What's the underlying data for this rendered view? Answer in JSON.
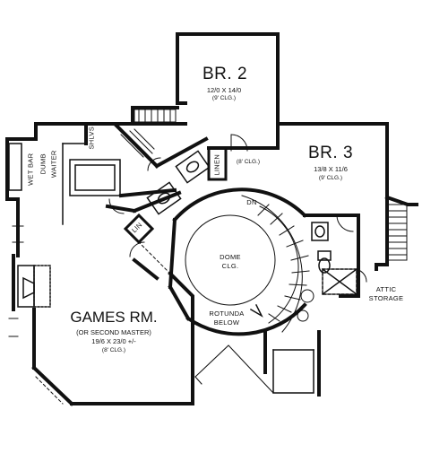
{
  "rooms": {
    "br2": {
      "name": "BR. 2",
      "dims": "12/0 X 14/0",
      "ceiling": "(9' CLG.)"
    },
    "br3": {
      "name": "BR. 3",
      "dims": "13/8 X 11/6",
      "ceiling": "(9' CLG.)"
    },
    "games": {
      "name": "GAMES RM.",
      "subtitle": "(OR SECOND MASTER)",
      "dims": "19/6 X 23/0 +/-",
      "ceiling": "(8' CLG.)"
    },
    "dome": {
      "line1": "DOME",
      "line2": "CLG."
    },
    "rotunda": {
      "line1": "ROTUNDA",
      "line2": "BELOW"
    },
    "attic": {
      "line1": "ATTIC",
      "line2": "STORAGE"
    }
  },
  "labels": {
    "wet_bar": "WET BAR",
    "dumb_waiter_1": "DUMB",
    "dumb_waiter_2": "WAITER",
    "shelves": "SHLVS",
    "linen": "LINEN",
    "lin": "LIN",
    "hall_ceiling": "(8' CLG.)",
    "dn": "DN"
  }
}
